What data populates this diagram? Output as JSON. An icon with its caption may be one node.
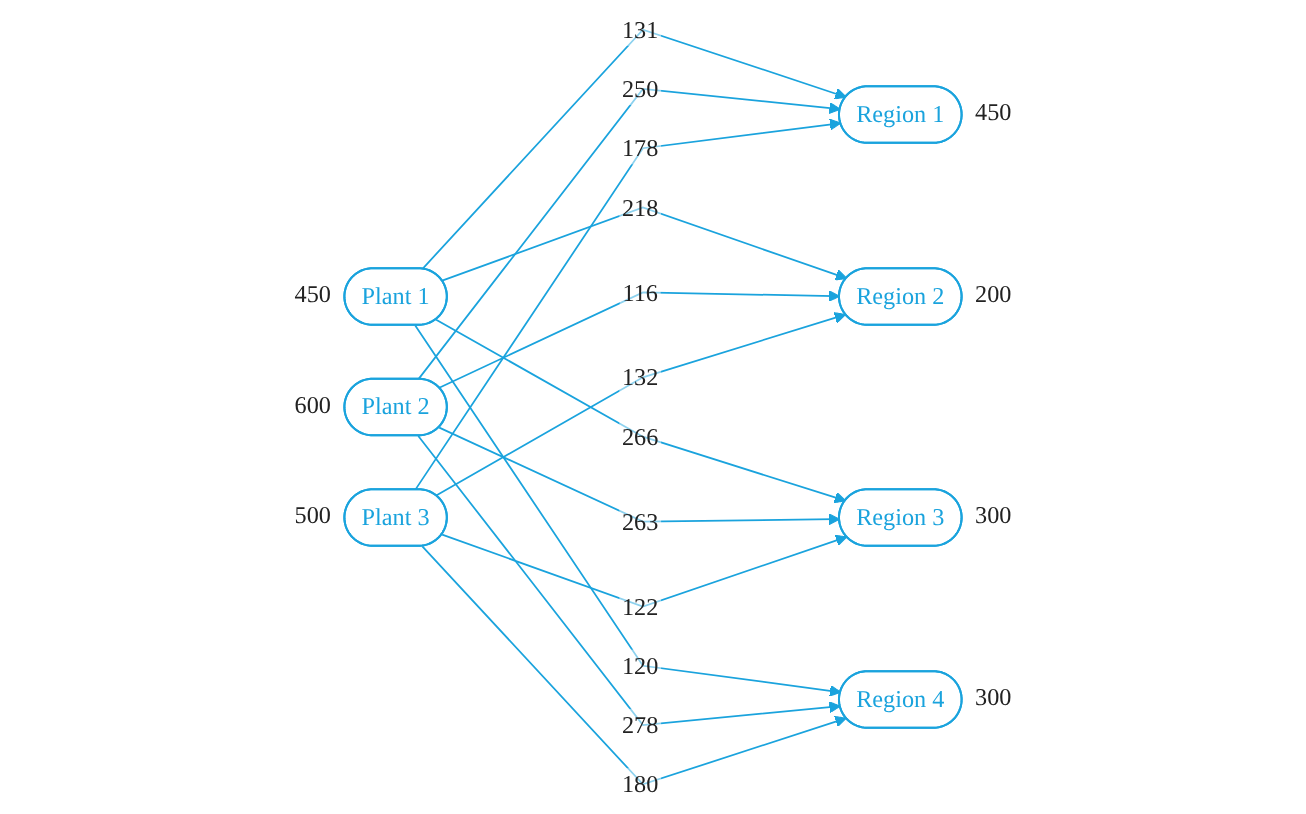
{
  "diagram": {
    "nodes": [
      {
        "text": [
          "Plant 1"
        ],
        "beside": [
          "450"
        ]
      },
      {
        "text": [
          "Plant 2"
        ],
        "beside": [
          "600"
        ]
      },
      {
        "text": [
          "Plant 3"
        ],
        "beside": [
          "500"
        ]
      },
      {
        "text": [
          "Region 1"
        ],
        "beside": [
          "450"
        ]
      },
      {
        "text": [
          "Region 2"
        ],
        "beside": [
          "200"
        ]
      },
      {
        "text": [
          "Region 3"
        ],
        "beside": [
          "300"
        ]
      },
      {
        "text": [
          "Region 4"
        ],
        "beside": [
          "300"
        ]
      }
    ],
    "edges": [
      {
        "from": 0,
        "to": 3,
        "arrow": "to",
        "label": "131"
      },
      {
        "from": 0,
        "to": 4,
        "arrow": "to",
        "label": "218"
      },
      {
        "from": 0,
        "to": 5,
        "arrow": "to",
        "label": "266"
      },
      {
        "from": 0,
        "to": 6,
        "arrow": "to",
        "label": "120"
      },
      {
        "from": 1,
        "to": 3,
        "arrow": "to",
        "label": "250"
      },
      {
        "from": 1,
        "to": 4,
        "arrow": "to",
        "label": "116"
      },
      {
        "from": 1,
        "to": 5,
        "arrow": "to",
        "label": "263"
      },
      {
        "from": 1,
        "to": 6,
        "arrow": "to",
        "label": "278"
      },
      {
        "from": 2,
        "to": 3,
        "arrow": "to",
        "label": "178"
      },
      {
        "from": 2,
        "to": 4,
        "arrow": "to",
        "label": "132"
      },
      {
        "from": 2,
        "to": 5,
        "arrow": "to",
        "label": "122"
      },
      {
        "from": 2,
        "to": 6,
        "arrow": "to",
        "label": "180"
      }
    ]
  }
}
